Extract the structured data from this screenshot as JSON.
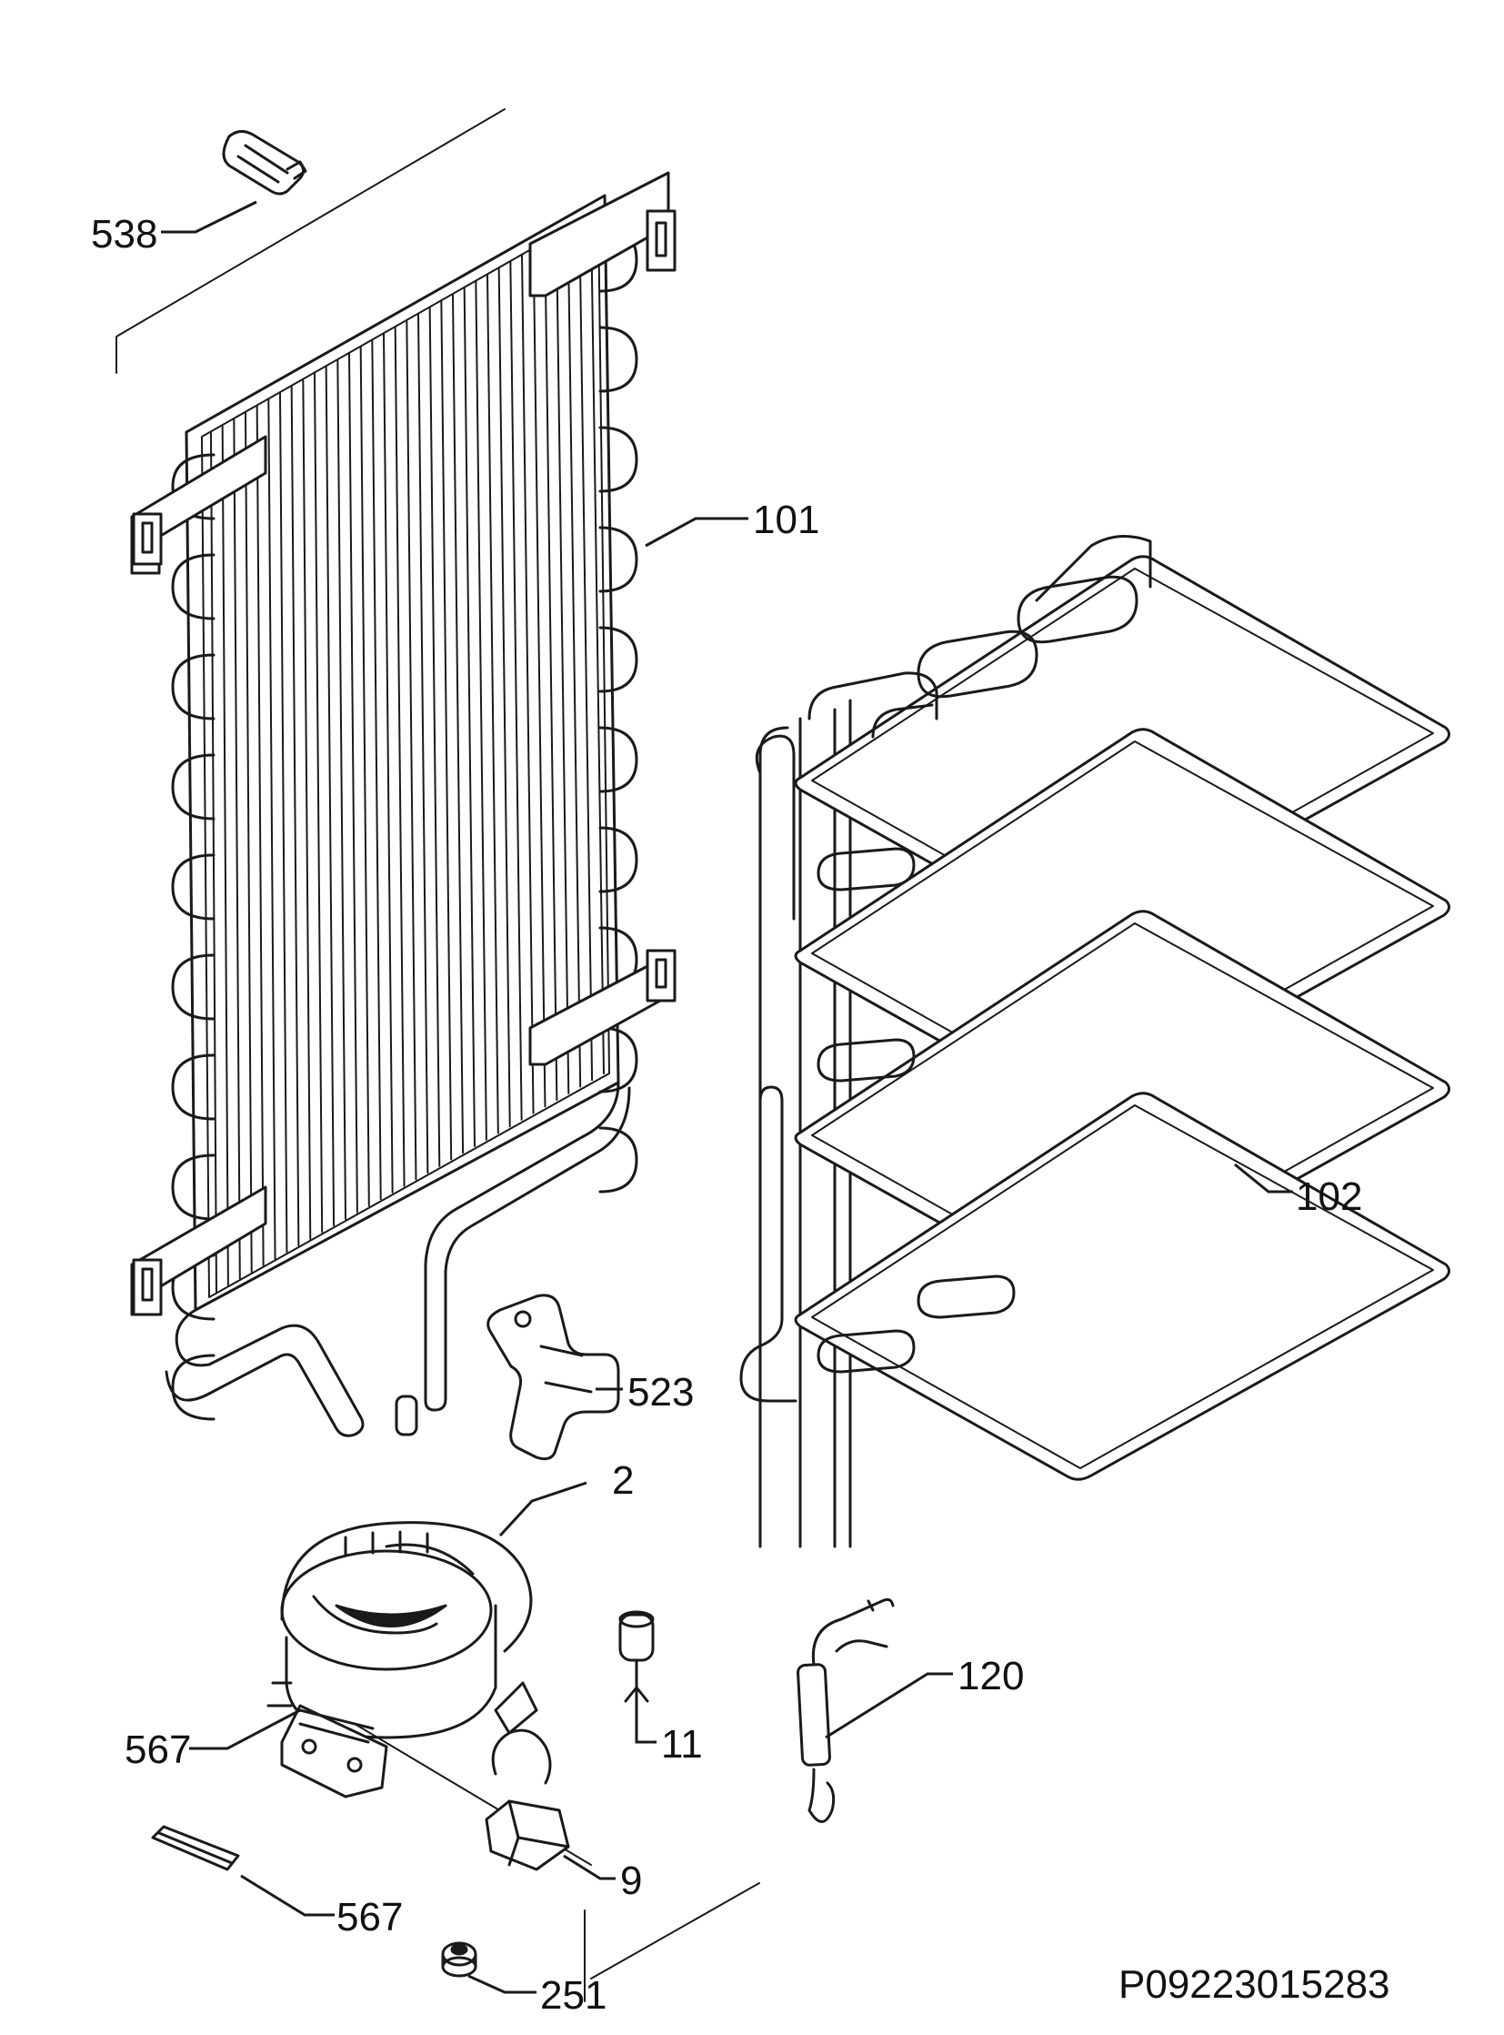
{
  "diagram": {
    "labels": {
      "l538": "538",
      "l101": "101",
      "l102": "102",
      "l523": "523",
      "l2": "2",
      "l120": "120",
      "l11": "11",
      "l567a": "567",
      "l567b": "567",
      "l9": "9",
      "l251": "251"
    },
    "document_code": "P09223015283"
  }
}
